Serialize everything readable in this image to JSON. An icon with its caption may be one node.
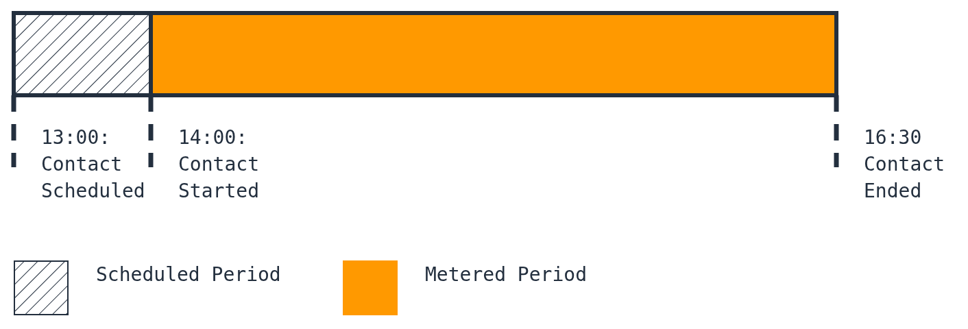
{
  "diagram": {
    "labels": [
      "13:00: Contact Scheduled",
      "14:00: Contact Started",
      "16:30 Contact Ended"
    ],
    "legend": [
      {
        "text": "Scheduled Period"
      },
      {
        "text": "Metered Period",
        "color": "#ff9900"
      }
    ]
  }
}
